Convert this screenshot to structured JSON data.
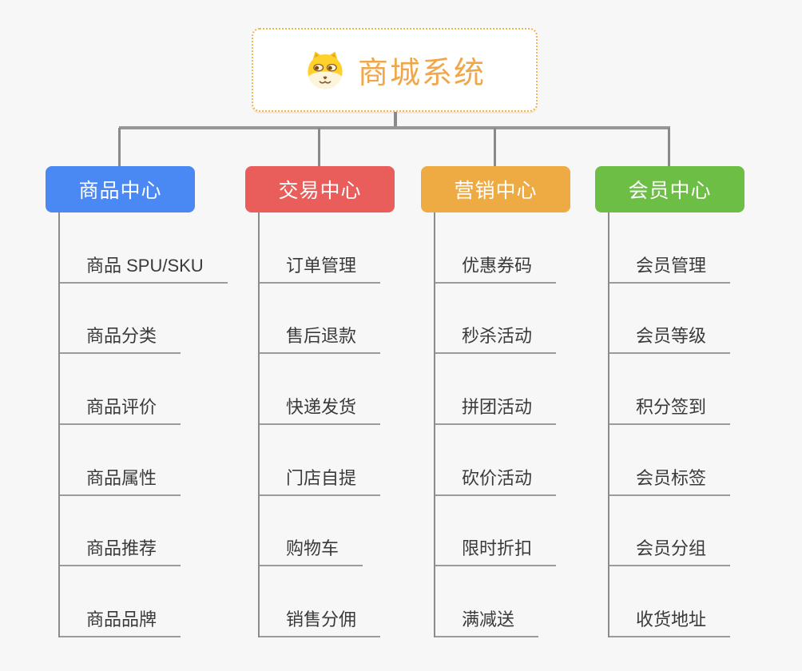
{
  "root": {
    "title": "商城系统",
    "icon": "shiba-dog-icon"
  },
  "branches": [
    {
      "label": "商品中心",
      "color": "#4a89f3",
      "children": [
        "商品 SPU/SKU",
        "商品分类",
        "商品评价",
        "商品属性",
        "商品推荐",
        "商品品牌"
      ]
    },
    {
      "label": "交易中心",
      "color": "#e95d5b",
      "children": [
        "订单管理",
        "售后退款",
        "快递发货",
        "门店自提",
        "购物车",
        "销售分佣"
      ]
    },
    {
      "label": "营销中心",
      "color": "#eeab43",
      "children": [
        "优惠券码",
        "秒杀活动",
        "拼团活动",
        "砍价活动",
        "限时折扣",
        "满减送"
      ]
    },
    {
      "label": "会员中心",
      "color": "#6cbe45",
      "children": [
        "会员管理",
        "会员等级",
        "积分签到",
        "会员标签",
        "会员分组",
        "收货地址"
      ]
    }
  ],
  "colors": {
    "background": "#f7f7f7",
    "root_border": "#f2b355",
    "root_text": "#f0a74a",
    "connector": "#8a8a8a",
    "underline": "#9b9b9b",
    "item_text": "#3a3a3a"
  }
}
